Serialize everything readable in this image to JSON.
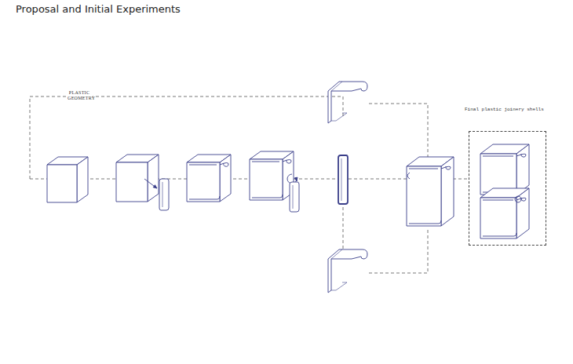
{
  "diagram": {
    "title": "Proposal and Initial Experiments",
    "nodes": [
      {
        "text": [
          "Final plastic joinery shells"
        ]
      }
    ],
    "labels": [
      "PLASTIC GEOMETRY"
    ]
  }
}
